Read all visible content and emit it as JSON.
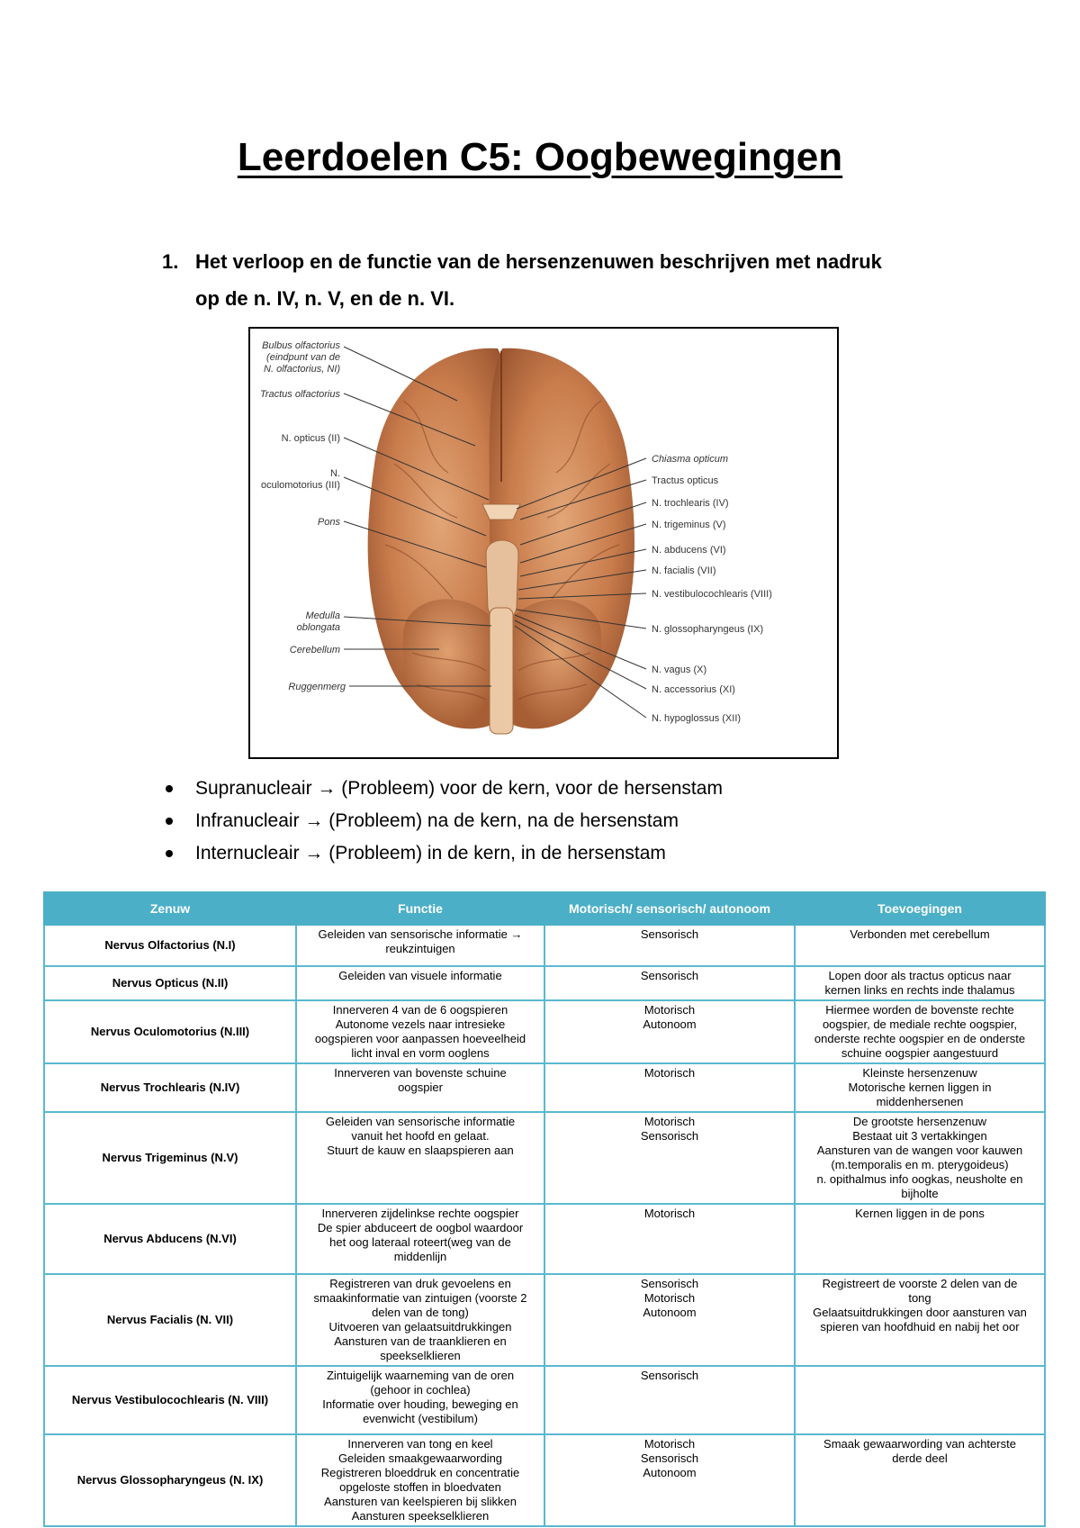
{
  "title": "Leerdoelen C5: Oogbewegingen",
  "question": {
    "number": "1.",
    "text": "Het verloop en de functie van de hersenzenuwen beschrijven met nadruk op de n. IV, n. V, en de n. VI."
  },
  "figure_labels": {
    "left": [
      "Bulbus olfactorius",
      "(eindpunt van de",
      "N. olfactorius, NI)",
      "Tractus olfactorius",
      "N. opticus (II)",
      "N.",
      "oculomotorius (III)",
      "Pons",
      "Medulla",
      "oblongata",
      "Cerebellum",
      "Ruggenmerg"
    ],
    "right": [
      "Chiasma opticum",
      "Tractus opticus",
      "N. trochlearis (IV)",
      "N. trigeminus (V)",
      "N. abducens (VI)",
      "N. facialis (VII)",
      "N. vestibulocochlearis (VIII)",
      "N. glossopharyngeus (IX)",
      "N. vagus (X)",
      "N. accessorius (XI)",
      "N. hypoglossus (XII)"
    ]
  },
  "bullets": [
    "Supranucleair → (Probleem) voor de kern, voor de hersenstam",
    "Infranucleair → (Probleem) na de kern, na de hersenstam",
    "Internucleair → (Probleem) in de kern, in de hersenstam"
  ],
  "table": {
    "header_color": "#4bafc7",
    "headers": [
      "Zenuw",
      "Functie",
      "Motorisch/ sensorisch/ autonoom",
      "Toevoegingen"
    ],
    "rows": [
      {
        "name": "Nervus Olfactorius (N.I)",
        "functie": [
          "Geleiden van sensorische informatie →",
          "reukzintuigen"
        ],
        "type": [
          "Sensorisch"
        ],
        "toevoegingen": [
          "Verbonden met cerebellum"
        ]
      },
      {
        "name": "Nervus Opticus (N.II)",
        "functie": [
          "Geleiden van visuele informatie"
        ],
        "type": [
          "Sensorisch"
        ],
        "toevoegingen": [
          "Lopen door als tractus opticus naar",
          "kernen links en rechts inde thalamus"
        ]
      },
      {
        "name": "Nervus Oculomotorius (N.III)",
        "functie": [
          "Innerveren 4 van de 6 oogspieren",
          "Autonome vezels naar intresieke",
          "oogspieren voor aanpassen hoeveelheid",
          "licht inval en vorm ooglens"
        ],
        "type": [
          "Motorisch",
          "Autonoom"
        ],
        "toevoegingen": [
          "Hiermee worden de bovenste rechte",
          "oogspier, de mediale rechte oogspier,",
          "onderste rechte oogspier en de onderste",
          "schuine oogspier aangestuurd"
        ]
      },
      {
        "name": "Nervus Trochlearis (N.IV)",
        "functie": [
          "Innerveren van bovenste schuine",
          "oogspier"
        ],
        "type": [
          "Motorisch"
        ],
        "toevoegingen": [
          "Kleinste hersenzenuw",
          "Motorische kernen liggen in",
          "middenhersenen"
        ]
      },
      {
        "name": "Nervus Trigeminus (N.V)",
        "functie": [
          "Geleiden van sensorische informatie",
          "vanuit het hoofd en gelaat.",
          "Stuurt de kauw en slaapspieren aan"
        ],
        "type": [
          "Motorisch",
          "Sensorisch"
        ],
        "toevoegingen": [
          "De grootste hersenzenuw",
          "Bestaat uit 3 vertakkingen",
          "Aansturen van de wangen voor kauwen",
          "(m.temporalis en m. pterygoideus)",
          "n. opithalmus info oogkas, neusholte en",
          "bijholte"
        ]
      },
      {
        "name": "Nervus Abducens (N.VI)",
        "functie": [
          "Innerveren zijdelinkse rechte oogspier",
          "De spier abduceert de oogbol waardoor",
          "het oog lateraal roteert(weg van de",
          "middenlijn"
        ],
        "type": [
          "Motorisch"
        ],
        "toevoegingen": [
          "Kernen liggen in de pons"
        ]
      },
      {
        "name": "Nervus Facialis (N. VII)",
        "functie": [
          "Registreren van druk gevoelens en",
          "smaakinformatie van zintuigen (voorste 2",
          "delen van de tong)",
          "Uitvoeren van gelaatsuitdrukkingen",
          "Aansturen van de traanklieren en",
          "speekselklieren"
        ],
        "type": [
          "Sensorisch",
          "Motorisch",
          "Autonoom"
        ],
        "toevoegingen": [
          "Registreert de voorste 2 delen van de",
          "tong",
          "Gelaatsuitdrukkingen door aansturen van",
          "spieren van hoofdhuid en nabij het oor"
        ]
      },
      {
        "name": "Nervus Vestibulocochlearis (N. VIII)",
        "functie": [
          "Zintuigelijk waarneming van de oren",
          "(gehoor in cochlea)",
          "Informatie over houding, beweging en",
          "evenwicht (vestibilum)"
        ],
        "type": [
          "Sensorisch"
        ],
        "toevoegingen": []
      },
      {
        "name": "Nervus Glossopharyngeus  (N. IX)",
        "functie": [
          "Innerveren van tong en keel",
          "Geleiden smaakgewaarwording",
          "Registreren bloeddruk en concentratie",
          "opgeloste stoffen in bloedvaten",
          "Aansturen van keelspieren bij slikken",
          "Aansturen speekselklieren"
        ],
        "type": [
          "Motorisch",
          "Sensorisch",
          "Autonoom"
        ],
        "toevoegingen": [
          "Smaak gewaarwording van achterste",
          "derde deel"
        ]
      }
    ]
  }
}
